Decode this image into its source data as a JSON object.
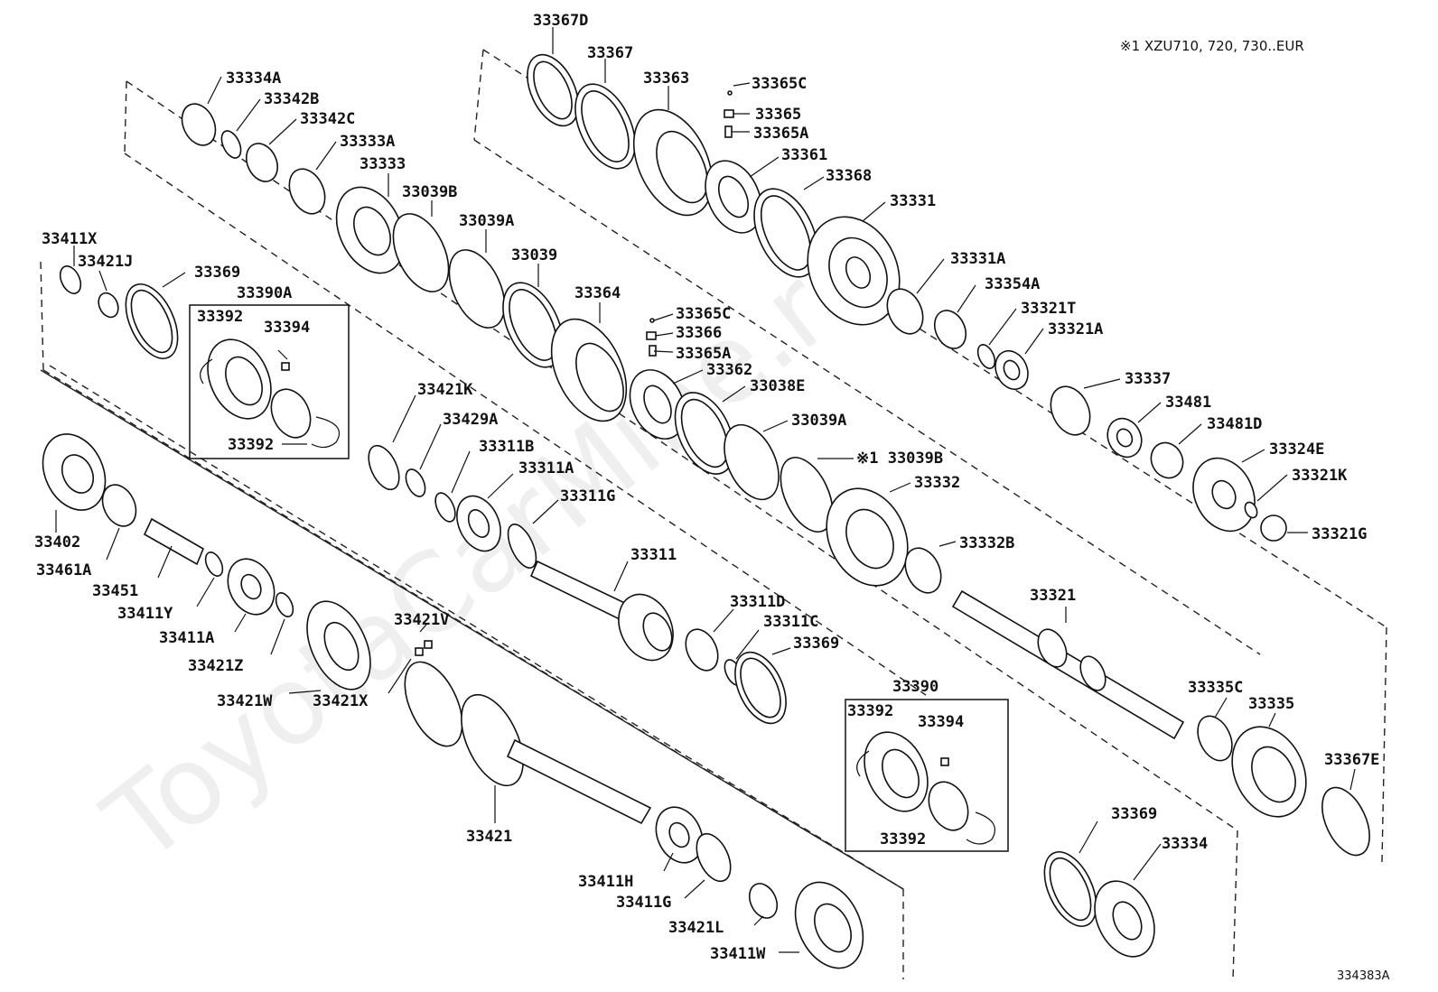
{
  "note": "※1 XZU710, 720, 730..EUR",
  "figure_ref": "334383A",
  "watermark": "ToyotaCarMine.ru",
  "labels": {
    "l33367D": "33367D",
    "l33367": "33367",
    "l33363": "33363",
    "l33365C_top": "33365C",
    "l33365": "33365",
    "l33365A_top": "33365A",
    "l33361": "33361",
    "l33368": "33368",
    "l33331": "33331",
    "l33331A": "33331A",
    "l33354A": "33354A",
    "l33321T": "33321T",
    "l33321A": "33321A",
    "l33337": "33337",
    "l33481": "33481",
    "l33481D": "33481D",
    "l33324E": "33324E",
    "l33321K": "33321K",
    "l33321G": "33321G",
    "l33334A": "33334A",
    "l33342B": "33342B",
    "l33342C": "33342C",
    "l33333A": "33333A",
    "l33333": "33333",
    "l33039B_top": "33039B",
    "l33039A_top": "33039A",
    "l33039": "33039",
    "l33364": "33364",
    "l33365C_mid": "33365C",
    "l33366": "33366",
    "l33365A_mid": "33365A",
    "l33362": "33362",
    "l33038E": "33038E",
    "l33039A_mid": "33039A",
    "l33039B_mid": "※1 33039B",
    "l33332": "33332",
    "l33332B": "33332B",
    "l33411X": "33411X",
    "l33421J": "33421J",
    "l33369_left": "33369",
    "l33390A": "33390A",
    "l33392_a1": "33392",
    "l33394_a": "33394",
    "l33392_a2": "33392",
    "l33421K": "33421K",
    "l33429A": "33429A",
    "l33311B": "33311B",
    "l33311A": "33311A",
    "l33311G": "33311G",
    "l33311": "33311",
    "l33311D": "33311D",
    "l33311C": "33311C",
    "l33369_mid": "33369",
    "l33321": "33321",
    "l33335C": "33335C",
    "l33335": "33335",
    "l33367E": "33367E",
    "l33390": "33390",
    "l33392_b1": "33392",
    "l33394_b": "33394",
    "l33392_b2": "33392",
    "l33369_right": "33369",
    "l33334": "33334",
    "l33402": "33402",
    "l33461A": "33461A",
    "l33451": "33451",
    "l33411Y": "33411Y",
    "l33411A": "33411A",
    "l33421Z": "33421Z",
    "l33421W": "33421W",
    "l33421V": "33421V",
    "l33421X": "33421X",
    "l33421": "33421",
    "l33411H": "33411H",
    "l33411G": "33411G",
    "l33421L": "33421L",
    "l33411W": "33411W"
  }
}
